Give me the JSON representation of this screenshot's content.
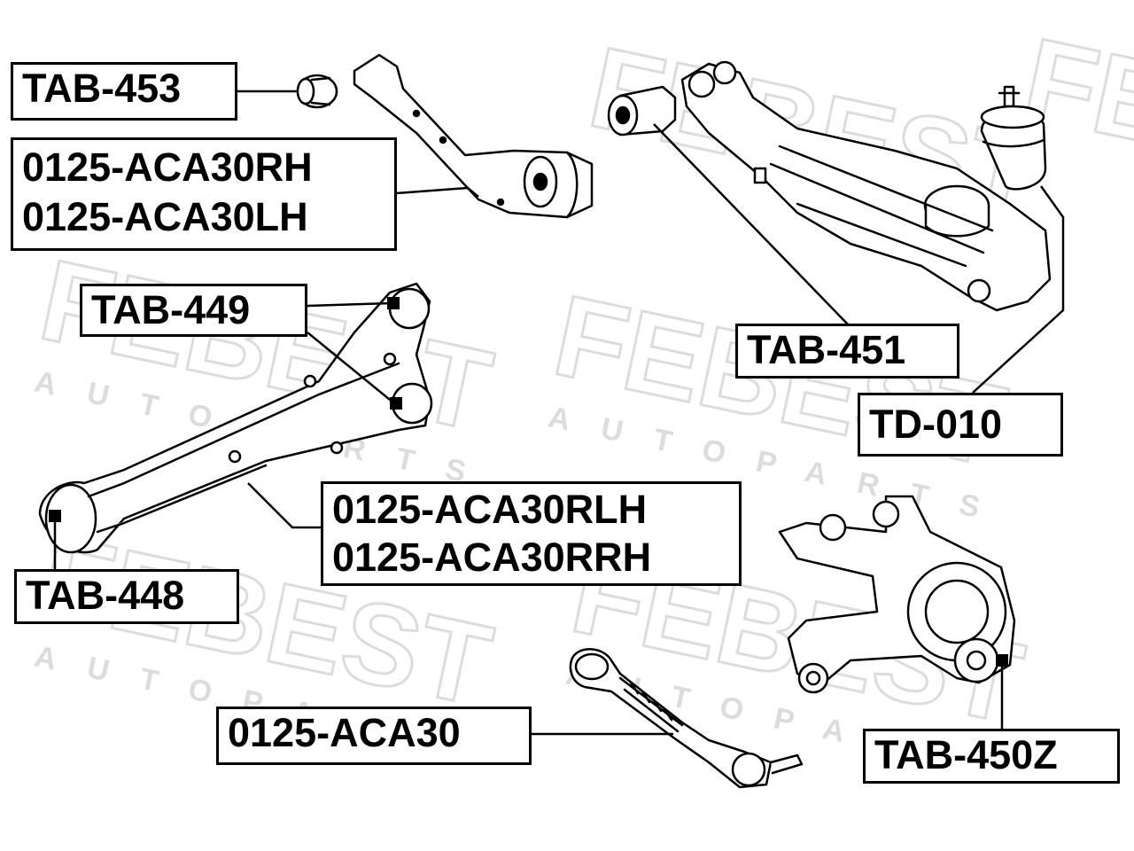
{
  "watermark": {
    "brand": "FEBEST",
    "sub": "AUTOPARTS"
  },
  "labels": {
    "tab453": "TAB-453",
    "aca30rh": "0125-ACA30RH",
    "aca30lh": "0125-ACA30LH",
    "tab449": "TAB-449",
    "tab451": "TAB-451",
    "td010": "TD-010",
    "aca30rlh": "0125-ACA30RLH",
    "aca30rrh": "0125-ACA30RRH",
    "tab448": "TAB-448",
    "aca30": "0125-ACA30",
    "tab450z": "TAB-450Z"
  },
  "colors": {
    "ink": "#000000",
    "watermark": "#d9d9d9",
    "background": "#ffffff"
  }
}
